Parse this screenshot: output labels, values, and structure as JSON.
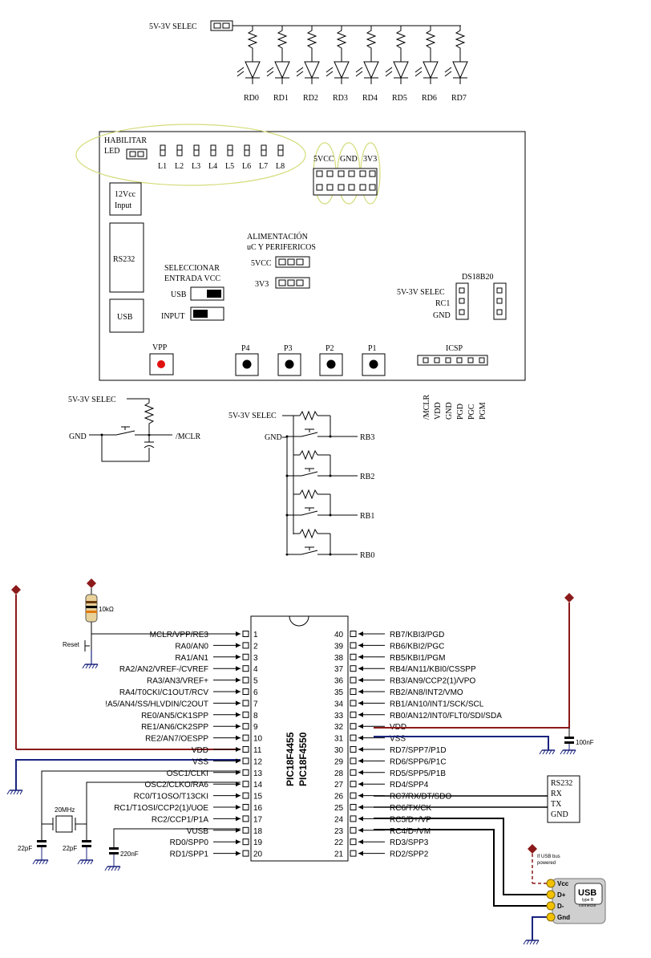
{
  "led_bank": {
    "selector_label": "5V-3V  SELEC",
    "led_labels": [
      "RD0",
      "RD1",
      "RD2",
      "RD3",
      "RD4",
      "RD5",
      "RD6",
      "RD7"
    ]
  },
  "board": {
    "habilitar_line1": "HABILITAR",
    "habilitar_line2": "LED",
    "led_jumpers": [
      "L1",
      "L2",
      "L3",
      "L4",
      "L5",
      "L6",
      "L7",
      "L8"
    ],
    "power_headers": [
      "5VCC",
      "GND",
      "3V3"
    ],
    "input_12v_line1": "12Vcc",
    "input_12v_line2": "Input",
    "rs232": "RS232",
    "usb": "USB",
    "alim_line1": "ALIMENTACIÓN",
    "alim_line2": "uC Y PERIFERICOS",
    "alim_5vcc": "5VCC",
    "alim_3v3": "3V3",
    "sel_line1": "SELECCIONAR",
    "sel_line2": "ENTRADA VCC",
    "sel_usb": "USB",
    "sel_input": "INPUT",
    "ds18b20": "DS18B20",
    "ds_selec": "5V-3V  SELEC",
    "ds_rc1": "RC1",
    "ds_gnd": "GND",
    "vpp": "VPP",
    "buttons": [
      "P4",
      "P3",
      "P2",
      "P1"
    ],
    "icsp": "ICSP",
    "icsp_pins": [
      "/MCLR",
      "VDD",
      "GND",
      "PGD",
      "PGC",
      "PGM"
    ]
  },
  "reset_circuit": {
    "selec": "5V-3V  SELEC",
    "gnd": "GND",
    "mclr": "/MCLR"
  },
  "button_circuit": {
    "selec": "5V-3V  SELEC",
    "gnd": "GND",
    "outputs": [
      "RB3",
      "RB2",
      "RB1",
      "RB0"
    ]
  },
  "pic": {
    "chip_name_1": "PIC18F4455",
    "chip_name_2": "PIC18F4550",
    "resistor": "10kΩ",
    "reset": "Reset",
    "crystal": "20MHz",
    "cap_22pf": "22pF",
    "cap_22pf_b": "22pF",
    "cap_220nf": "220nF",
    "cap_100nf": "100nF",
    "left_pins": [
      {
        "n": "1",
        "label": "MCLR/VPP/RE3"
      },
      {
        "n": "2",
        "label": "RA0/AN0"
      },
      {
        "n": "3",
        "label": "RA1/AN1"
      },
      {
        "n": "4",
        "label": "RA2/AN2/VREF-/CVREF"
      },
      {
        "n": "5",
        "label": "RA3/AN3/VREF+"
      },
      {
        "n": "6",
        "label": "RA4/T0CKI/C1OUT/RCV"
      },
      {
        "n": "7",
        "label": "!A5/AN4/SS/HLVDIN/C2OUT"
      },
      {
        "n": "8",
        "label": "RE0/AN5/CK1SPP"
      },
      {
        "n": "9",
        "label": "RE1/AN6/CK2SPP"
      },
      {
        "n": "10",
        "label": "RE2/AN7/OESPP"
      },
      {
        "n": "11",
        "label": "VDD"
      },
      {
        "n": "12",
        "label": "VSS"
      },
      {
        "n": "13",
        "label": "OSC1/CLKI"
      },
      {
        "n": "14",
        "label": "OSC2/CLKO/RA6"
      },
      {
        "n": "15",
        "label": "RC0/T1OSO/T13CKI"
      },
      {
        "n": "16",
        "label": "RC1/T1OSI/CCP2(1)/UOE"
      },
      {
        "n": "17",
        "label": "RC2/CCP1/P1A"
      },
      {
        "n": "18",
        "label": "VUSB"
      },
      {
        "n": "19",
        "label": "RD0/SPP0"
      },
      {
        "n": "20",
        "label": "RD1/SPP1"
      }
    ],
    "right_pins": [
      {
        "n": "40",
        "label": "RB7/KBI3/PGD"
      },
      {
        "n": "39",
        "label": "RB6/KBI2/PGC"
      },
      {
        "n": "38",
        "label": "RB5/KBI1/PGM"
      },
      {
        "n": "37",
        "label": "RB4/AN11/KBI0/CSSPP"
      },
      {
        "n": "36",
        "label": "RB3/AN9/CCP2(1)/VPO"
      },
      {
        "n": "35",
        "label": "RB2/AN8/INT2/VMO"
      },
      {
        "n": "34",
        "label": "RB1/AN10/INT1/SCK/SCL"
      },
      {
        "n": "33",
        "label": "RB0/AN12/INT0/FLT0/SDI/SDA"
      },
      {
        "n": "32",
        "label": "VDD"
      },
      {
        "n": "31",
        "label": "VSS"
      },
      {
        "n": "30",
        "label": "RD7/SPP7/P1D"
      },
      {
        "n": "29",
        "label": "RD6/SPP6/P1C"
      },
      {
        "n": "28",
        "label": "RD5/SPP5/P1B"
      },
      {
        "n": "27",
        "label": "RD4/SPP4"
      },
      {
        "n": "26",
        "label": "RC7/RX/DT/SDO"
      },
      {
        "n": "25",
        "label": "RC6/TX/CK"
      },
      {
        "n": "24",
        "label": "RC5/D+/VP"
      },
      {
        "n": "23",
        "label": "RC4/D-/VM"
      },
      {
        "n": "22",
        "label": "RD3/SPP3"
      },
      {
        "n": "21",
        "label": "RD2/SPP2"
      }
    ],
    "rs232_box": [
      "RS232",
      "RX",
      "TX",
      "GND"
    ],
    "usb_note_1": "If USB bus",
    "usb_note_2": "powered",
    "usb_pins": [
      "Vcc",
      "D+",
      "D-",
      "Gnd"
    ],
    "usb_conn_1": "USB",
    "usb_conn_2": "type B",
    "usb_conn_3": "connector"
  },
  "colors": {
    "power": "#8b1a1a",
    "ground": "#1a237e",
    "highlight": "#d4dc7a",
    "vpp_led": "#e01010"
  }
}
